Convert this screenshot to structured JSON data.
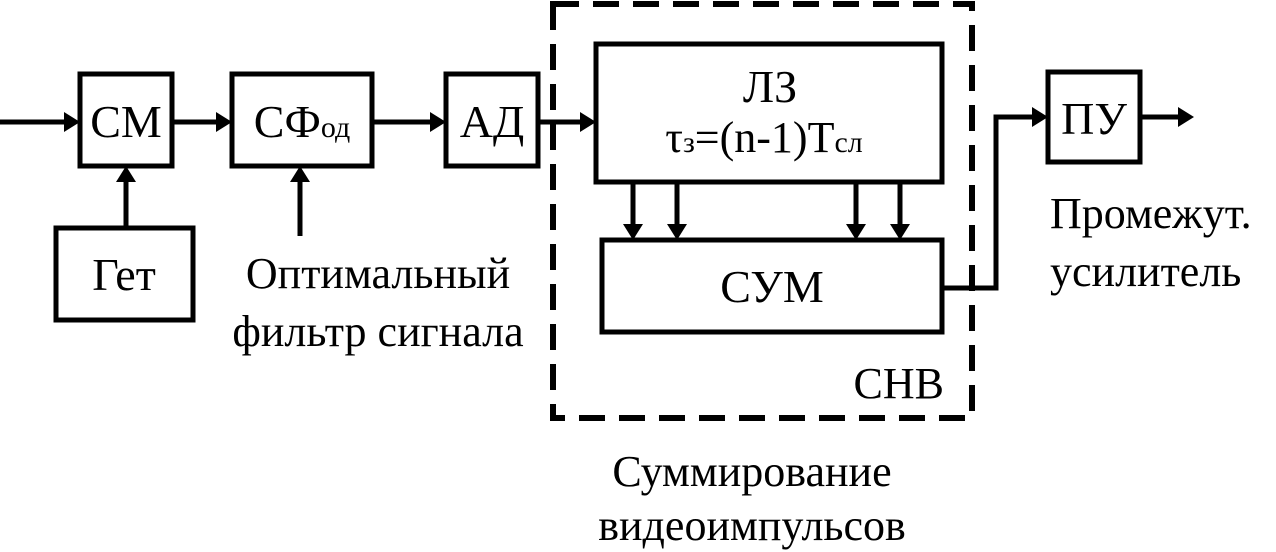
{
  "blocks": {
    "cm": "СМ",
    "get": "Гет",
    "sfod_main": "СФ",
    "sfod_sub": "од",
    "ad": "АД",
    "lz": "ЛЗ",
    "lz_formula_tau": "τ",
    "lz_formula_sub": "з",
    "lz_formula_mid": "=(n-1)T",
    "lz_formula_tsub": "сл",
    "sum": "СУМ",
    "pu": "ПУ"
  },
  "labels": {
    "optimal_filter_line1": "Оптимальный",
    "optimal_filter_line2": "фильтр сигнала",
    "snv": "СНВ",
    "summation_line1": "Суммирование",
    "summation_line2": "видеоимпульсов",
    "intermediate_line1": "Промежут.",
    "intermediate_line2": "усилитель"
  }
}
